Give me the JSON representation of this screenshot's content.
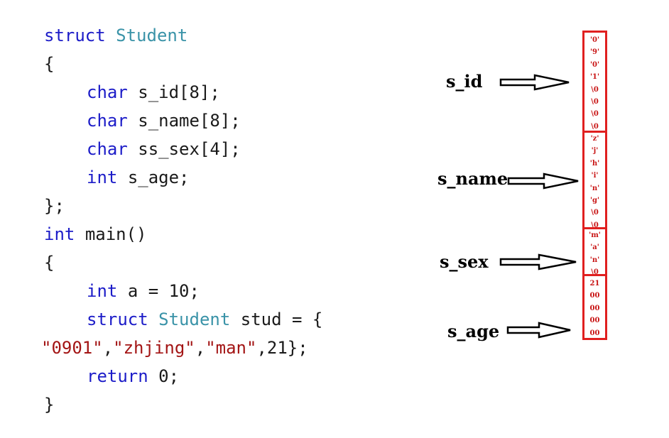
{
  "code": {
    "line1": {
      "kw": "struct",
      "type": "Student"
    },
    "line2": "{",
    "line3": {
      "kw": "char",
      "rest": "s_id[8];"
    },
    "line4": {
      "kw": "char",
      "rest": "s_name[8];"
    },
    "line5": {
      "kw": "char",
      "rest": "ss_sex[4];"
    },
    "line6": {
      "kw": "int",
      "rest": "s_age;"
    },
    "line7": "};",
    "line8": {
      "kw": "int",
      "rest": "main()"
    },
    "line9": "{",
    "line10": {
      "kw": "int",
      "rest": "a = 10;"
    },
    "line11": {
      "kw": "struct",
      "type": "Student",
      "rest": "stud = {"
    },
    "line12": {
      "s1": "\"0901\"",
      "c1": ",",
      "s2": "\"zhjing\"",
      "c2": ",",
      "s3": "\"man\"",
      "tail": ",21};"
    },
    "line13": {
      "kw": "return",
      "rest": "0;"
    },
    "line14": "}"
  },
  "diagram": {
    "labels": {
      "s_id": "s_id",
      "s_name": "s_name",
      "s_sex": "s_sex",
      "s_age": "s_age"
    },
    "memory": {
      "s_id": [
        "'0'",
        "'9'",
        "'0'",
        "'1'",
        "\\0",
        "\\0",
        "\\0",
        "\\0"
      ],
      "s_name": [
        "'z'",
        "'j'",
        "'h'",
        "'i'",
        "'n'",
        "'g'",
        "\\0",
        "\\0"
      ],
      "s_sex": [
        "'m'",
        "'a'",
        "'n'",
        "\\0"
      ],
      "s_age": [
        "21",
        "00",
        "00",
        "00",
        "00"
      ]
    }
  },
  "colors": {
    "keyword": "#1c1cc8",
    "type": "#3a93a8",
    "string": "#a31515",
    "memory_border": "#e02020",
    "memory_text": "#c81414"
  }
}
